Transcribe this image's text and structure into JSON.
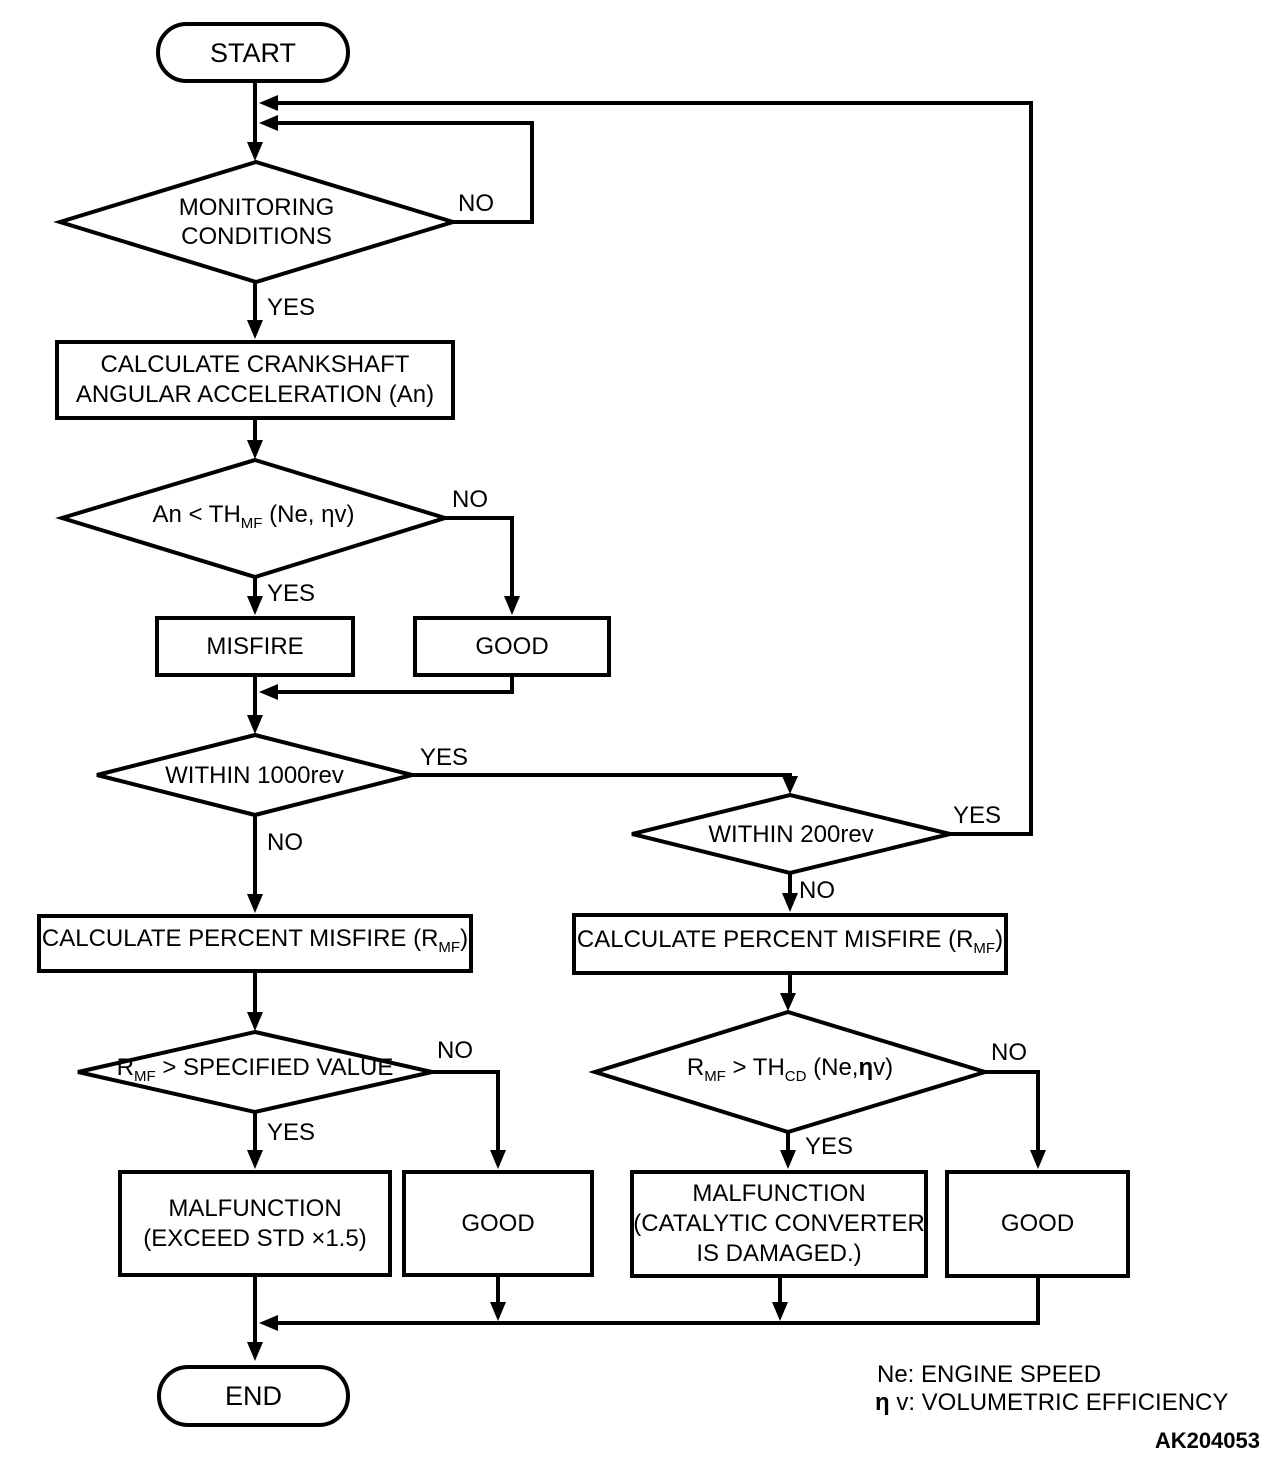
{
  "nodes": {
    "start": {
      "label": "START"
    },
    "monitoring": {
      "line1": "MONITORING",
      "line2": "CONDITIONS"
    },
    "calc_accel": {
      "line1": "CALCULATE CRANKSHAFT",
      "line2": "ANGULAR ACCELERATION (An)"
    },
    "an_threshold": {
      "pre": "An < TH",
      "sub": "MF",
      "post": " (Ne, ηv)"
    },
    "misfire": {
      "label": "MISFIRE"
    },
    "good_upper": {
      "label": "GOOD"
    },
    "within_1000": {
      "label": "WITHIN 1000rev"
    },
    "within_200": {
      "label": "WITHIN 200rev"
    },
    "calc_percent_left": {
      "pre": "CALCULATE PERCENT MISFIRE (R",
      "sub": "MF",
      "post": ")"
    },
    "calc_percent_right": {
      "pre": "CALCULATE PERCENT MISFIRE (R",
      "sub": "MF",
      "post": ")"
    },
    "rmf_specified": {
      "pre": "R",
      "sub": "MF",
      "post": " > SPECIFIED VALUE"
    },
    "rmf_thcd": {
      "pre": "R",
      "sub1": "MF",
      "mid": " > TH",
      "sub2": "CD",
      "post": " (Ne,",
      "eta": "η",
      "post2": "v)"
    },
    "malfunction_left": {
      "line1": "MALFUNCTION",
      "line2": "(EXCEED STD ×1.5)"
    },
    "good_lower_left": {
      "label": "GOOD"
    },
    "malfunction_right": {
      "line1": "MALFUNCTION",
      "line2": "(CATALYTIC CONVERTER",
      "line3": "IS DAMAGED.)"
    },
    "good_lower_right": {
      "label": "GOOD"
    },
    "end": {
      "label": "END"
    }
  },
  "edge_labels": {
    "monitoring_no": "NO",
    "monitoring_yes": "YES",
    "an_no": "NO",
    "an_yes": "YES",
    "w1000_yes": "YES",
    "w1000_no": "NO",
    "w200_yes": "YES",
    "w200_no": "NO",
    "spec_no": "NO",
    "spec_yes": "YES",
    "thcd_no": "NO",
    "thcd_yes": "YES"
  },
  "legend": {
    "ne": "Ne: ENGINE SPEED",
    "eta": "η",
    "ev": " v: VOLUMETRIC EFFICIENCY",
    "code": "AK204053"
  },
  "colors": {
    "line": "#000000",
    "background": "#ffffff"
  }
}
